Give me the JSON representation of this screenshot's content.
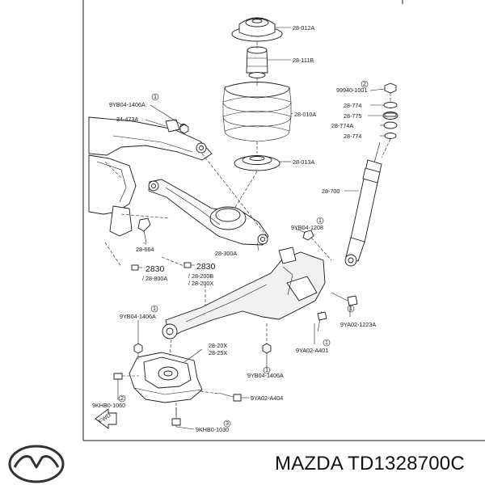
{
  "diagram": {
    "labels": {
      "p28_012A": "28-012A",
      "p28_111B": "28-111B",
      "p28_010A": "28-010A",
      "p28_013A": "28-013A",
      "p99940": "99940-1001",
      "p99940_qty": "2",
      "p28_774": "28-774",
      "p28_775": "28-775",
      "p28_774A": "28-774A",
      "p28_774b": "28-774",
      "p28_700": "28-700",
      "p9YB04_1406A_top": "9YB04-1406A",
      "p9YB04_1406A_top_qty": "1",
      "p34_473A": "34-473A",
      "p28_664": "28-664",
      "p9YB04_1208": "9YB04-1208",
      "p9YB04_1208_qty": "1",
      "p28_300A": "28-300A",
      "p2830_a": "2830",
      "p28_800A": "/ 28-800A",
      "p2830_b": "2830",
      "p28_200B": "/ 28-200B",
      "p28_200X": "/ 28-200X",
      "p9YB04_1406A_mid": "9YB04-1406A",
      "p9YB04_1406A_mid_qty": "1",
      "p9YA02_1223A": "9YA02-1223A",
      "p9YA02_1223A_qty": "1",
      "p9YA02_A401": "9YA02-A401",
      "p9YA02_A401_qty": "1",
      "p28_20X": "28-20X",
      "p28_25X": "28-25X",
      "p9YB04_1406A_low": "9YB04-1406A",
      "p9YB04_1406A_low_qty": "1",
      "p9KHB0_1060": "9KHB0-1060",
      "p9KHB0_1060_qty": "2",
      "p9YA02_A404": "9YA02-A404",
      "p9KHB0_1030": "9KHB0-1030",
      "p9KHB0_1030_qty": "3",
      "fwd": "FWD"
    }
  },
  "brand": {
    "text": "MAZDA TD1328700C",
    "logo_icon": "mazda-logo-icon"
  }
}
